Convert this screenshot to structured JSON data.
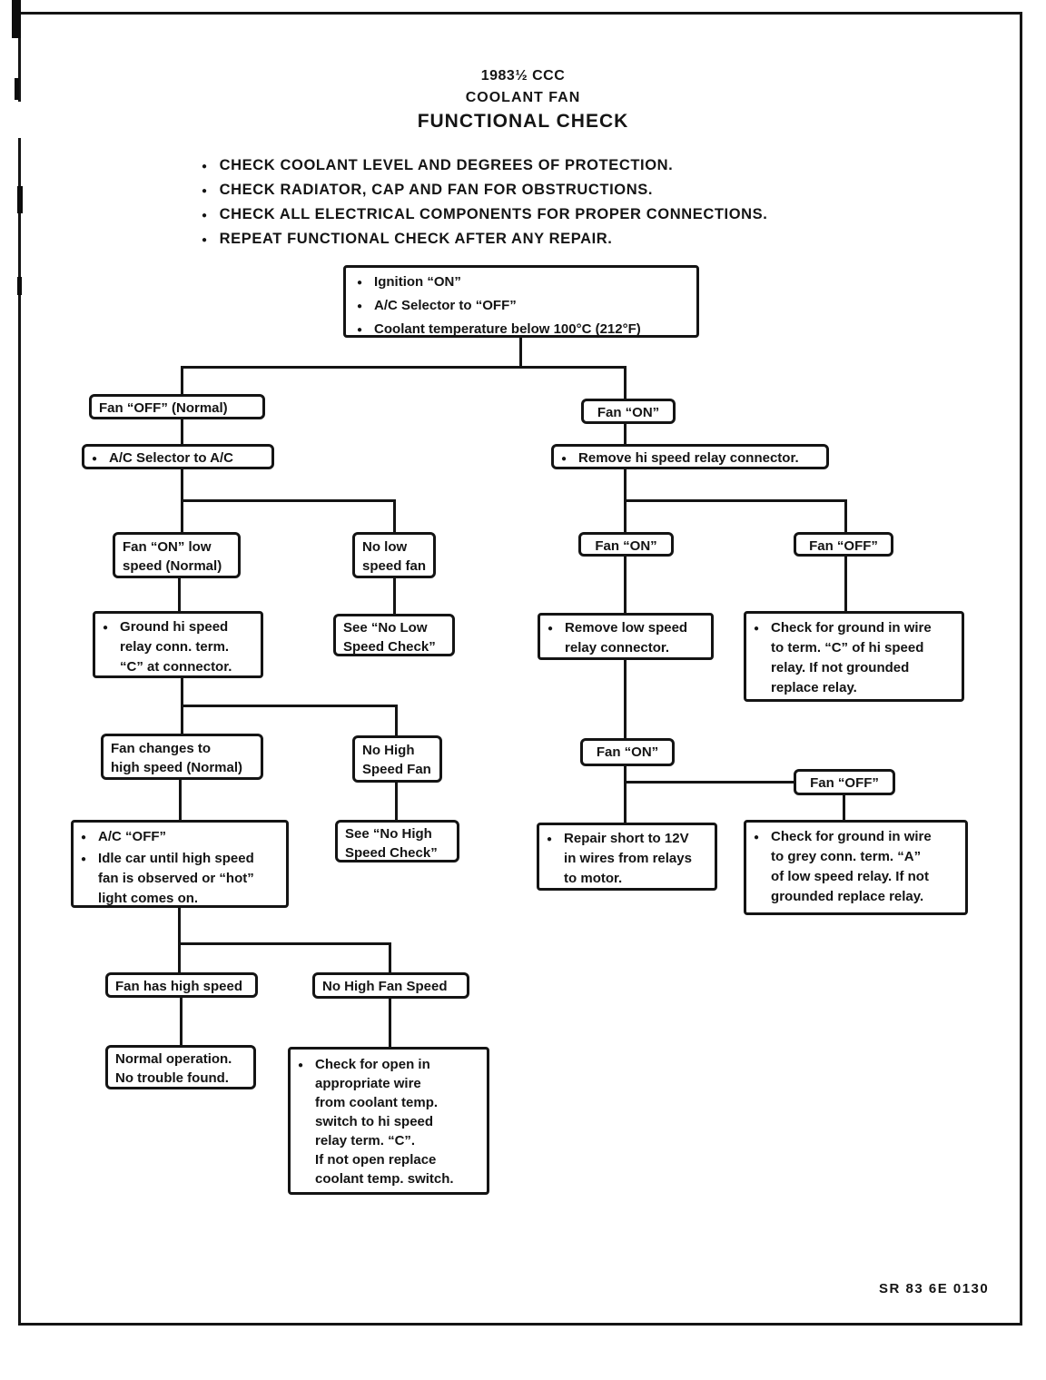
{
  "page": {
    "header": {
      "line1": "1983½ CCC",
      "line2": "COOLANT FAN",
      "line3": "FUNCTIONAL CHECK"
    },
    "checklist": [
      "CHECK COOLANT LEVEL AND DEGREES OF PROTECTION.",
      "CHECK RADIATOR, CAP AND FAN FOR OBSTRUCTIONS.",
      "CHECK ALL ELECTRICAL COMPONENTS FOR PROPER CONNECTIONS.",
      "REPEAT FUNCTIONAL CHECK AFTER ANY REPAIR."
    ],
    "footer_code": "SR 83 6E 0130"
  },
  "flowchart": {
    "nodes": {
      "start": {
        "bullets": [
          "Ignition “ON”",
          "A/C Selector to “OFF”",
          "Coolant temperature below 100°C (212°F)"
        ]
      },
      "fan_off_normal": {
        "text": "Fan “OFF” (Normal)"
      },
      "ac_selector": {
        "bullet": "A/C Selector to A/C"
      },
      "fan_on_right": {
        "text": "Fan “ON”"
      },
      "remove_hi_relay": {
        "bullet": "Remove hi speed relay connector."
      },
      "fan_on_low": {
        "lines": [
          "Fan “ON” low",
          "speed (Normal)"
        ]
      },
      "no_low_speed_fan": {
        "lines": [
          "No low",
          "speed fan"
        ]
      },
      "ground_hi": {
        "lines": [
          "Ground hi speed",
          "relay conn. term.",
          "“C” at connector."
        ]
      },
      "see_no_low": {
        "lines": [
          "See “No Low",
          "Speed Check”"
        ]
      },
      "fan_on_mid": {
        "text": "Fan “ON”"
      },
      "fan_off_mid": {
        "text": "Fan “OFF”"
      },
      "remove_low_relay": {
        "lines": [
          "Remove low speed",
          "relay connector."
        ]
      },
      "check_ground_hi": {
        "lines": [
          "Check for ground in wire",
          "to term. “C” of hi speed",
          "relay.  If not grounded",
          "replace relay."
        ]
      },
      "fan_changes": {
        "lines": [
          "Fan changes to",
          "high speed (Normal)"
        ]
      },
      "no_high_speed_fan": {
        "lines": [
          "No High",
          "Speed Fan"
        ]
      },
      "ac_off_idle": {
        "bullet1": "A/C “OFF”",
        "bullet2_lines": [
          "Idle car until high speed",
          "fan is observed or “hot”",
          "light comes on."
        ]
      },
      "see_no_high": {
        "lines": [
          "See “No High",
          "Speed Check”"
        ]
      },
      "fan_on_bottom": {
        "text": "Fan “ON”"
      },
      "fan_off_bottom": {
        "text": "Fan “OFF”"
      },
      "repair_short": {
        "lines": [
          "Repair short to 12V",
          "in wires from relays",
          "to motor."
        ]
      },
      "check_ground_low": {
        "lines": [
          "Check for ground in wire",
          "to grey conn. term. “A”",
          "of low speed relay. If not",
          "grounded replace relay."
        ]
      },
      "fan_has_high": {
        "text": "Fan has high speed"
      },
      "no_high_fan_speed": {
        "text": "No High Fan Speed"
      },
      "normal_operation": {
        "lines": [
          "Normal operation.",
          "No trouble found."
        ]
      },
      "check_open": {
        "lines": [
          "Check for open in",
          "appropriate wire",
          "from coolant temp.",
          "switch to hi speed",
          "relay term. “C”.",
          "If not open replace",
          "coolant temp. switch."
        ]
      }
    }
  }
}
